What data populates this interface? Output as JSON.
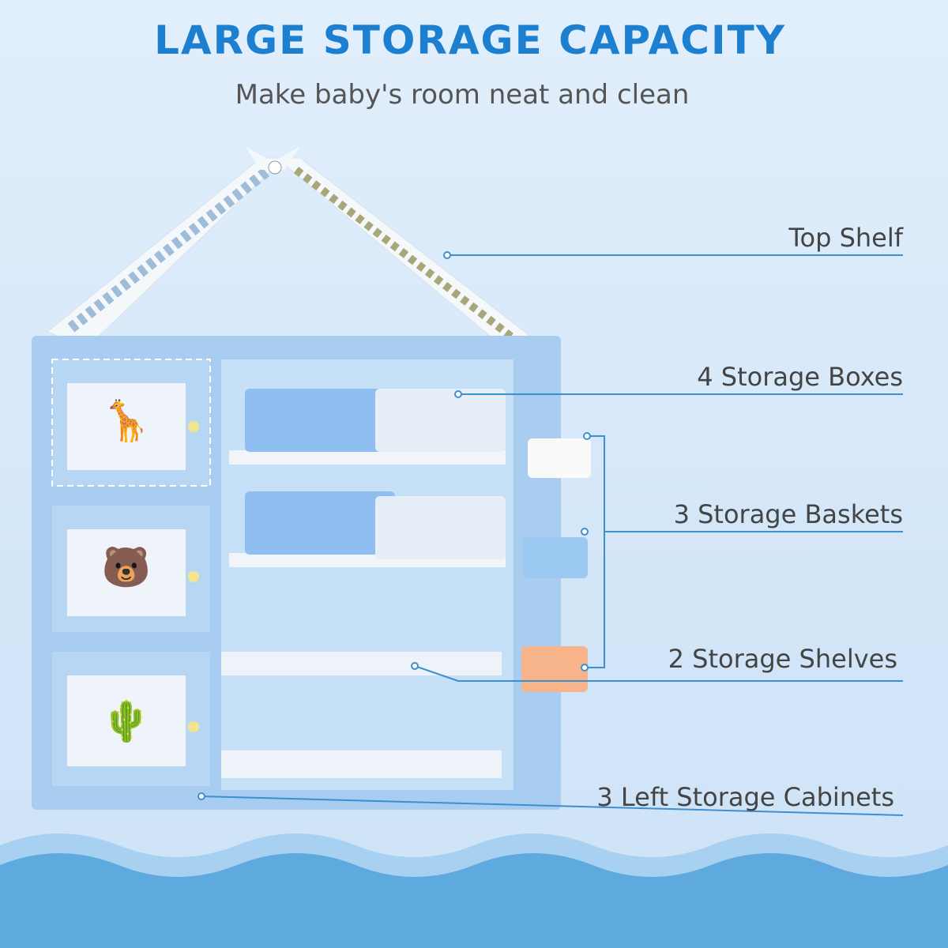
{
  "header": {
    "title": "LARGE STORAGE CAPACITY",
    "subtitle": "Make baby's room neat and clean"
  },
  "callouts": [
    {
      "label": "Top Shelf"
    },
    {
      "label": "4 Storage Boxes"
    },
    {
      "label": "3 Storage Baskets"
    },
    {
      "label": "2 Storage Shelves"
    },
    {
      "label": "3 Left Storage Cabinets"
    }
  ],
  "colors": {
    "accent": "#1c7fcf",
    "furniture": "#a9cdf0",
    "wave_dark": "#5aa8dd",
    "wave_light": "#9fcbef",
    "basket_orange": "#f7b48a"
  }
}
